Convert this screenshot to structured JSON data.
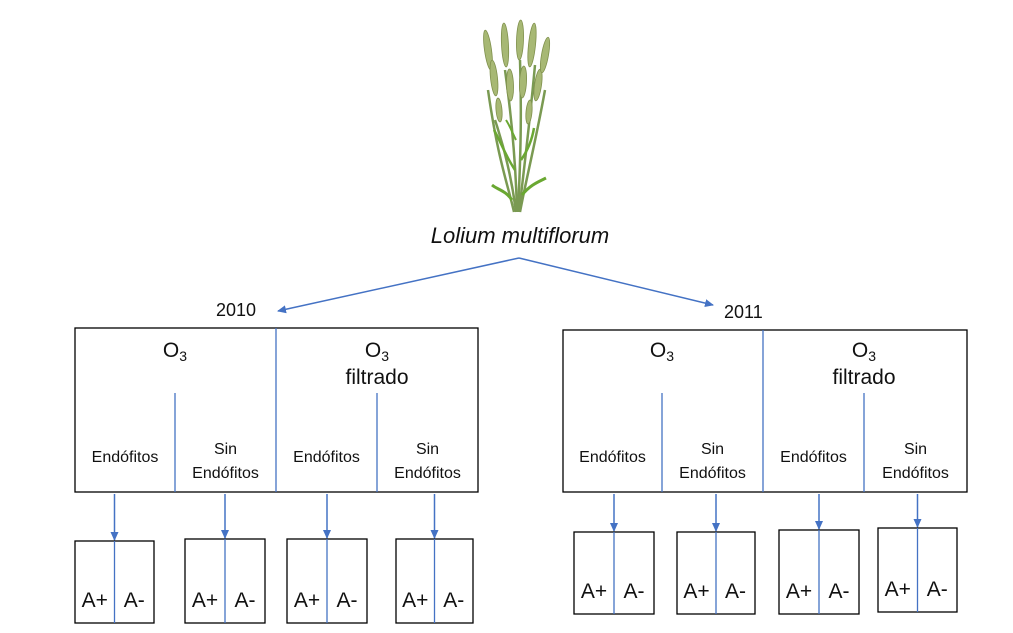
{
  "species_name": "Lolium multiflorum",
  "plant_icon": "ryegrass-plant-illustration",
  "colors": {
    "arrow": "#4472C4",
    "box_border": "#000000",
    "text": "#111111"
  },
  "years": [
    {
      "year": "2010",
      "treatments": [
        {
          "label": "O",
          "subscript": "3",
          "extra": "",
          "subgroups": [
            {
              "line1": "",
              "line2": "Endófitos"
            },
            {
              "line1": "Sin",
              "line2": "Endófitos"
            }
          ]
        },
        {
          "label": "O",
          "subscript": "3",
          "extra": "filtrado",
          "subgroups": [
            {
              "line1": "",
              "line2": "Endófitos"
            },
            {
              "line1": "Sin",
              "line2": "Endófitos"
            }
          ]
        }
      ],
      "result_labels": [
        [
          "A+",
          "A-"
        ],
        [
          "A+",
          "A-"
        ],
        [
          "A+",
          "A-"
        ],
        [
          "A+",
          "A-"
        ]
      ]
    },
    {
      "year": "2011",
      "treatments": [
        {
          "label": "O",
          "subscript": "3",
          "extra": "",
          "subgroups": [
            {
              "line1": "",
              "line2": "Endófitos"
            },
            {
              "line1": "Sin",
              "line2": "Endófitos"
            }
          ]
        },
        {
          "label": "O",
          "subscript": "3",
          "extra": "filtrado",
          "subgroups": [
            {
              "line1": "",
              "line2": "Endófitos"
            },
            {
              "line1": "Sin",
              "line2": "Endófitos"
            }
          ]
        }
      ],
      "result_labels": [
        [
          "A+",
          "A-"
        ],
        [
          "A+",
          "A-"
        ],
        [
          "A+",
          "A-"
        ],
        [
          "A+",
          "A-"
        ]
      ]
    }
  ]
}
